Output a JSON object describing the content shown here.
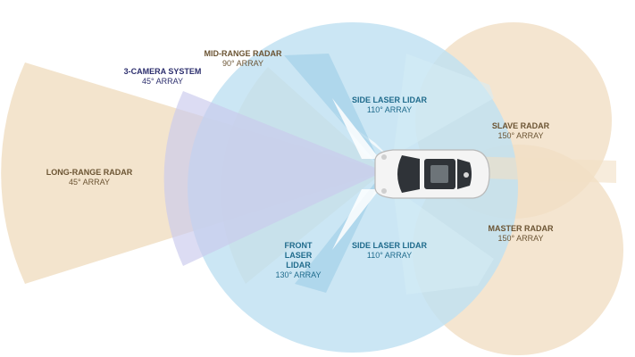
{
  "colors": {
    "radar": "#f1dfc4",
    "lidar": "#bfe1f1",
    "camera": "#c9c9ec",
    "car_body": "#f4f4f4",
    "car_glass": "#2f3338"
  },
  "labels": {
    "long_range_radar": {
      "title": "LONG-RANGE RADAR",
      "sub": "45° ARRAY"
    },
    "camera_system": {
      "title": "3-CAMERA SYSTEM",
      "sub": "45° ARRAY"
    },
    "mid_range_radar": {
      "title": "MID-RANGE RADAR",
      "sub": "90° ARRAY"
    },
    "side_lidar_top": {
      "title": "SIDE LASER LIDAR",
      "sub": "110° ARRAY"
    },
    "side_lidar_bottom": {
      "title": "SIDE LASER LIDAR",
      "sub": "110° ARRAY"
    },
    "front_lidar": {
      "title_lines": [
        "FRONT",
        "LASER",
        "LIDAR"
      ],
      "sub": "130° ARRAY"
    },
    "slave_radar": {
      "title": "SLAVE RADAR",
      "sub": "150° ARRAY"
    },
    "master_radar": {
      "title": "MASTER RADAR",
      "sub": "150° ARRAY"
    }
  }
}
